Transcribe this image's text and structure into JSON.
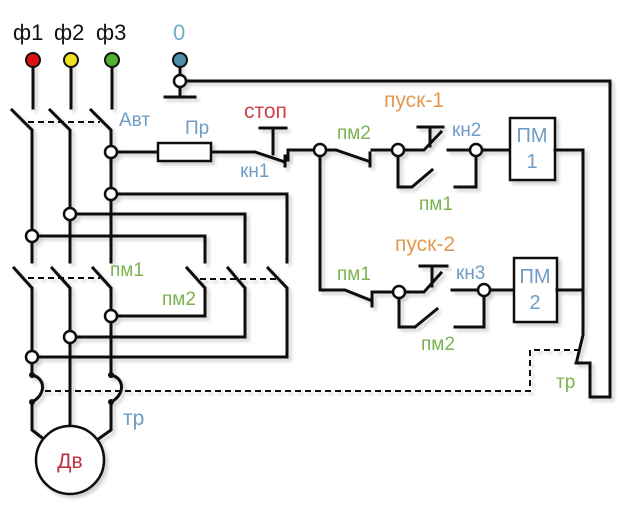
{
  "labels": {
    "phase1": "ф1",
    "phase2": "ф2",
    "phase3": "ф3",
    "neutral": "0",
    "breaker": "Авт",
    "fuse": "Пр",
    "stop": "стоп",
    "stop_button": "кн1",
    "start1": "пуск-1",
    "start1_button": "кн2",
    "start2": "пуск-2",
    "start2_button": "кн3",
    "pm1_power_contacts": "пм1",
    "pm2_power_contacts": "пм2",
    "pm2_interlock_row1": "пм2",
    "pm1_hold_row1": "пм1",
    "pm1_interlock_row2": "пм1",
    "pm2_hold_row2": "пм2",
    "coil1_line1": "ПМ",
    "coil1_line2": "1",
    "coil2_line1": "ПМ",
    "coil2_line2": "2",
    "thermal_relay_power": "тр",
    "thermal_relay_control": "тр",
    "motor": "Дв"
  },
  "colors": {
    "phase1": "#e01010",
    "phase2": "#f0e020",
    "phase3": "#50b030",
    "neutral": "#4a90a8",
    "blue_label": "#6f9cc4",
    "green_label": "#7bb34f",
    "orange_label": "#e39a4f",
    "red_label": "#d0404a",
    "motor_label": "#c03040"
  }
}
